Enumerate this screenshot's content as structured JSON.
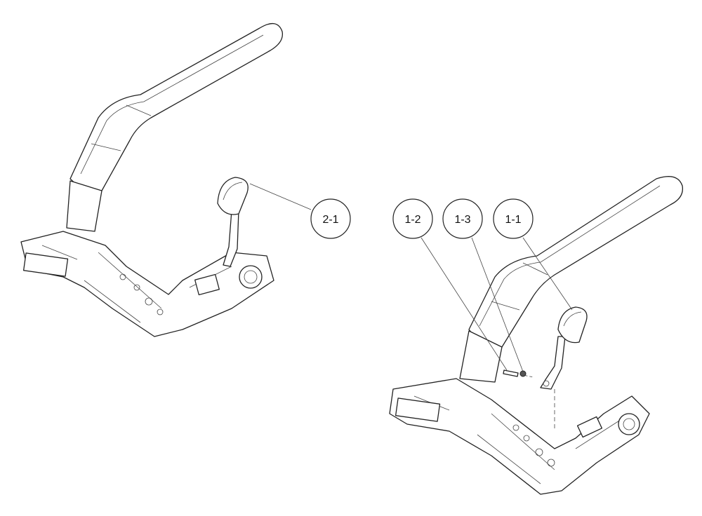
{
  "callouts": [
    {
      "id": "2-1",
      "label": "2-1"
    },
    {
      "id": "1-2",
      "label": "1-2"
    },
    {
      "id": "1-3",
      "label": "1-3"
    },
    {
      "id": "1-1",
      "label": "1-1"
    }
  ]
}
